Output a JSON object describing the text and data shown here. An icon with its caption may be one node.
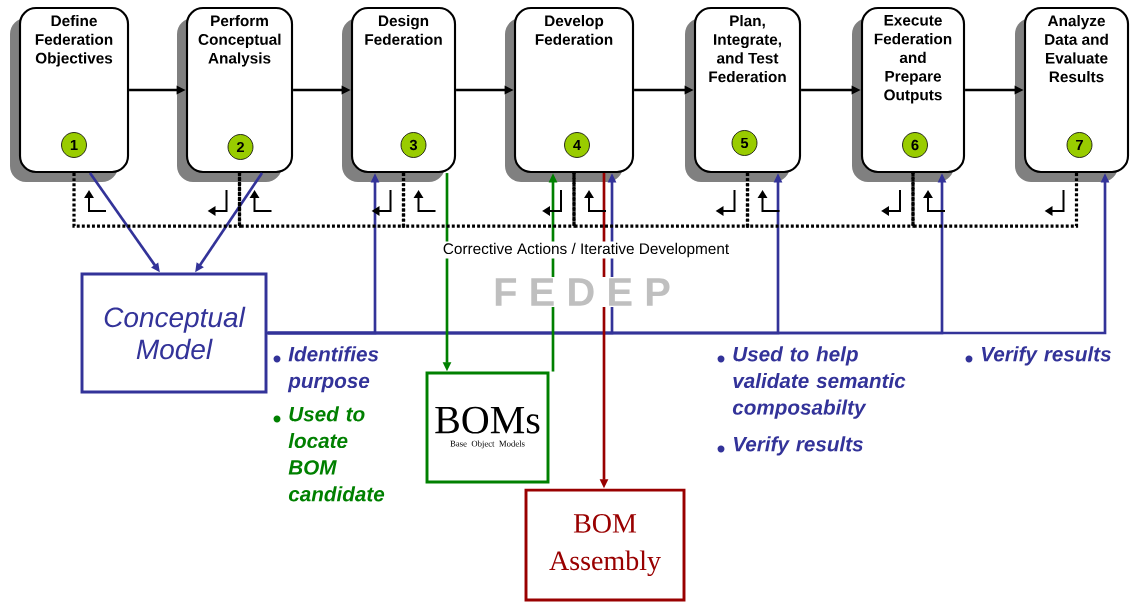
{
  "diagram": {
    "nodes": [
      {
        "text": [
          "Define Federation Objectives"
        ]
      },
      {
        "text": [
          "1"
        ],
        "in": 0
      },
      {
        "text": [
          "Perform Conceptual Analysis"
        ]
      },
      {
        "text": [
          "2"
        ],
        "in": 2
      },
      {
        "text": [
          "Design Federation"
        ]
      },
      {
        "text": [
          "3"
        ],
        "in": 4
      },
      {
        "text": [
          "Develop Federation"
        ]
      },
      {
        "text": [
          "4"
        ],
        "in": 6
      },
      {
        "text": [
          "Plan, Integrate, and Test Federation"
        ]
      },
      {
        "text": [
          "5"
        ],
        "in": 8
      },
      {
        "text": [
          "Execute Federation and Prepare Outputs"
        ]
      },
      {
        "text": [
          "6"
        ],
        "in": 10
      },
      {
        "text": [
          "Analyze Data and Evaluate Results"
        ]
      },
      {
        "text": [
          "7"
        ],
        "in": 12
      },
      {
        "text": [
          "Conceptual Model"
        ]
      },
      {
        "text": [
          "BOMs",
          "Base Object Models"
        ]
      },
      {
        "text": [
          "BOM Assembly"
        ]
      }
    ],
    "edges": [
      {
        "from": 0,
        "to": 2,
        "arrow": "to"
      },
      {
        "from": 2,
        "to": 4,
        "arrow": "to"
      },
      {
        "from": 4,
        "to": 6,
        "arrow": "to"
      },
      {
        "from": 6,
        "to": 8,
        "arrow": "to"
      },
      {
        "from": 8,
        "to": 10,
        "arrow": "to"
      },
      {
        "from": 10,
        "to": 12,
        "arrow": "to"
      },
      {
        "from": 0,
        "to": 14,
        "arrow": "to",
        "color": "#333399"
      },
      {
        "from": 2,
        "to": 14,
        "arrow": "to",
        "color": "#333399"
      },
      {
        "from": 14,
        "to": 4,
        "arrow": "to",
        "color": "#333399"
      },
      {
        "from": 14,
        "to": 6,
        "arrow": "to",
        "color": "#333399"
      },
      {
        "from": 14,
        "to": 8,
        "arrow": "to",
        "color": "#333399"
      },
      {
        "from": 14,
        "to": 10,
        "arrow": "to",
        "color": "#333399"
      },
      {
        "from": 14,
        "to": 12,
        "arrow": "to",
        "color": "#333399"
      },
      {
        "from": 4,
        "to": 15,
        "arrow": "to",
        "color": "#008000"
      },
      {
        "from": 15,
        "to": 6,
        "arrow": "to",
        "color": "#008000"
      },
      {
        "from": 6,
        "to": 16,
        "arrow": "to",
        "color": "#990000"
      },
      {
        "from": 2,
        "to": 0,
        "arrow": "none",
        "style": "dashed"
      },
      {
        "from": 4,
        "to": 2,
        "arrow": "none",
        "style": "dashed"
      },
      {
        "from": 6,
        "to": 4,
        "arrow": "none",
        "style": "dashed"
      },
      {
        "from": 8,
        "to": 6,
        "arrow": "none",
        "style": "dashed"
      },
      {
        "from": 10,
        "to": 8,
        "arrow": "none",
        "style": "dashed"
      },
      {
        "from": 12,
        "to": 10,
        "arrow": "none",
        "style": "dashed"
      }
    ],
    "labels": [
      "Corrective Actions / Iterative Development",
      "F E D E P",
      "Identifies purpose",
      "Used to locate BOM candidate",
      "Used to help validate semantic composabilty",
      "Verify results",
      "Verify results"
    ]
  }
}
